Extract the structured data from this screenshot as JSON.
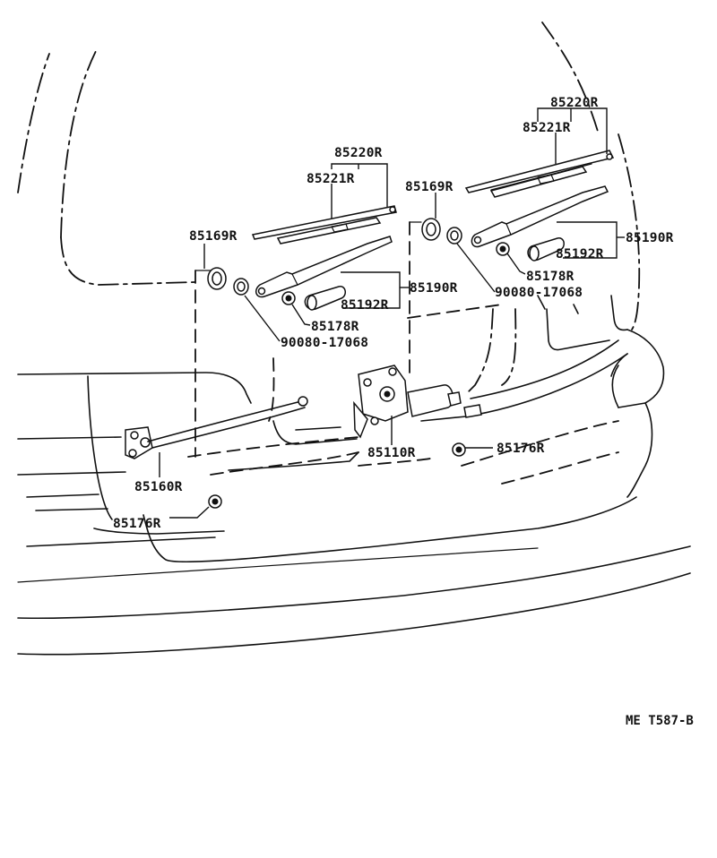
{
  "diagram_code": "ME T587-B",
  "parts": {
    "blade_assembly": "85220R",
    "blade_rubber": "85221R",
    "cap": "85169R",
    "arm": "85190R",
    "arm_head_cover": "85192R",
    "nut": "85178R",
    "washer": "90080-17068",
    "motor": "85110R",
    "link": "85160R",
    "grommet": "85176R"
  },
  "labels": [
    {
      "id": "blade-assembly-right",
      "part": "85220R"
    },
    {
      "id": "blade-rubber-right",
      "part": "85221R"
    },
    {
      "id": "cap-right",
      "part": "85169R"
    },
    {
      "id": "arm-right",
      "part": "85190R"
    },
    {
      "id": "arm-cover-right",
      "part": "85192R"
    },
    {
      "id": "nut-right",
      "part": "85178R"
    },
    {
      "id": "washer-right",
      "part": "90080-17068"
    },
    {
      "id": "blade-assembly-left",
      "part": "85220R"
    },
    {
      "id": "blade-rubber-left",
      "part": "85221R"
    },
    {
      "id": "cap-left",
      "part": "85169R"
    },
    {
      "id": "arm-left",
      "part": "85190R"
    },
    {
      "id": "arm-cover-left",
      "part": "85192R"
    },
    {
      "id": "nut-left",
      "part": "85178R"
    },
    {
      "id": "washer-left",
      "part": "90080-17068"
    },
    {
      "id": "motor",
      "part": "85110R"
    },
    {
      "id": "link",
      "part": "85160R"
    },
    {
      "id": "grommet-right",
      "part": "85176R"
    },
    {
      "id": "grommet-left",
      "part": "85176R"
    }
  ]
}
